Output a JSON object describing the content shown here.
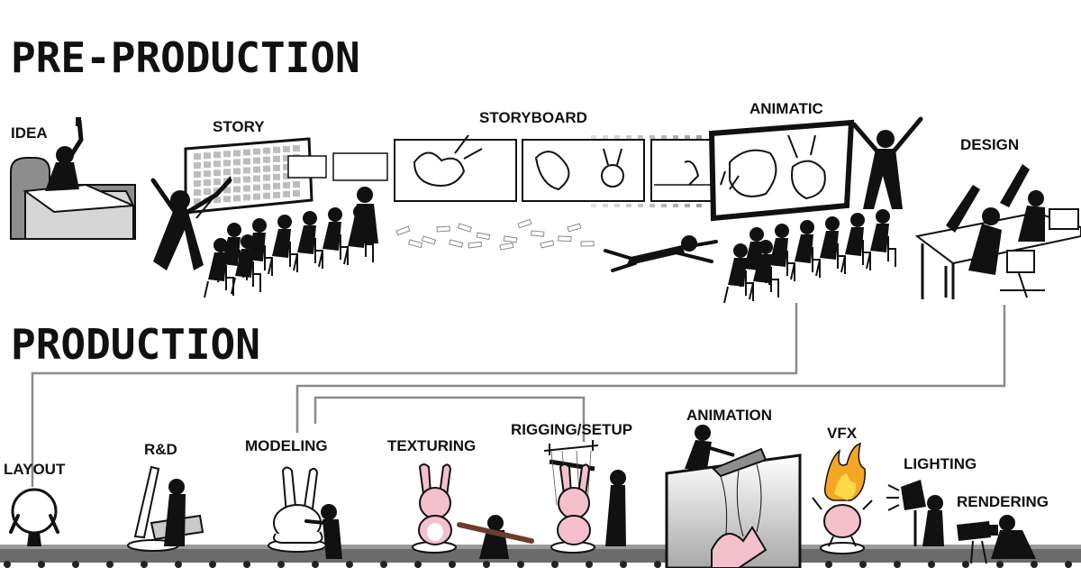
{
  "sections": {
    "pre_production": "PRE-PRODUCTION",
    "production": "PRODUCTION"
  },
  "pre_production_stages": [
    {
      "label": "IDEA"
    },
    {
      "label": "STORY"
    },
    {
      "label": "STORYBOARD"
    },
    {
      "label": "ANIMATIC"
    },
    {
      "label": "DESIGN"
    }
  ],
  "production_stages": [
    {
      "label": "LAYOUT"
    },
    {
      "label": "R&D"
    },
    {
      "label": "MODELING"
    },
    {
      "label": "TEXTURING"
    },
    {
      "label": "RIGGING/SETUP"
    },
    {
      "label": "ANIMATION"
    },
    {
      "label": "VFX"
    },
    {
      "label": "LIGHTING"
    },
    {
      "label": "RENDERING"
    }
  ],
  "colors": {
    "ink": "#111111",
    "bunny_pink": "#f4c0cc",
    "bunny_white": "#ffffff",
    "conveyor": "#6b6b6b",
    "flow_line": "#8a8a8a",
    "fire_orange": "#f5a623",
    "fire_yellow": "#ffd84a"
  }
}
